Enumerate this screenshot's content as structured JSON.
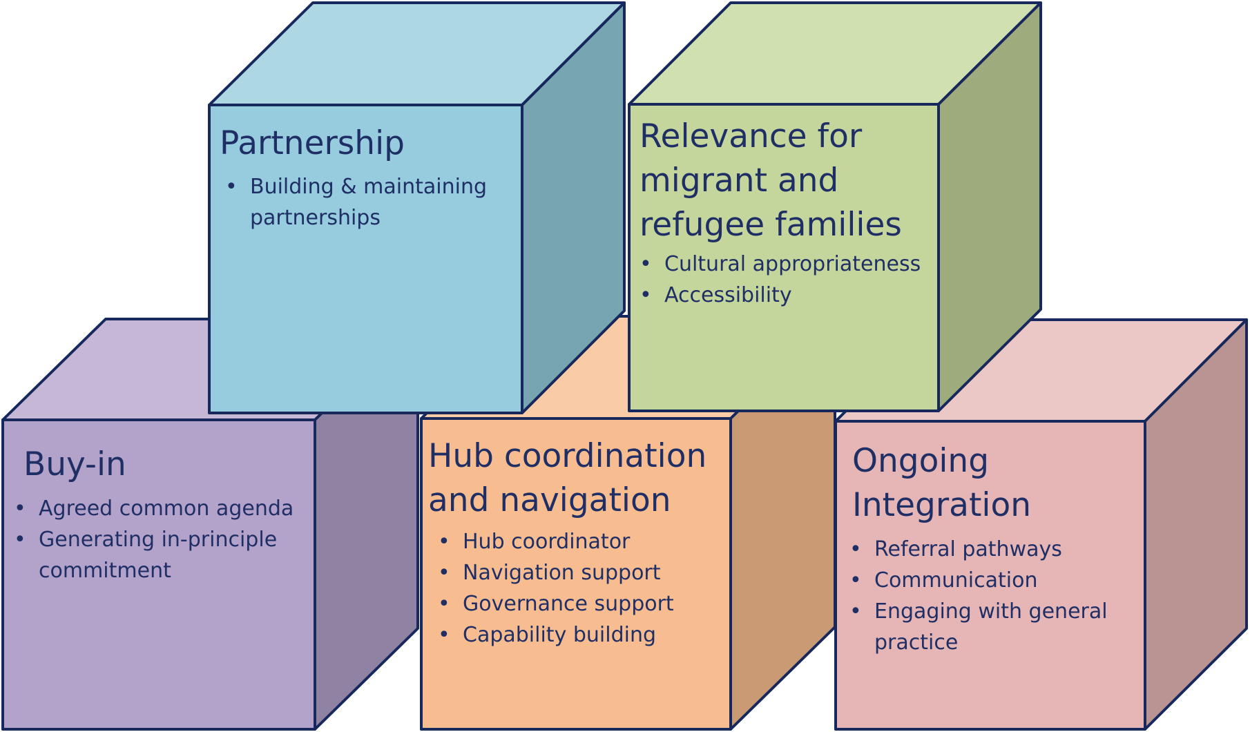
{
  "colors": {
    "outline": "#16285c",
    "text": "#1f2f66",
    "buy_in": {
      "front": "#b3a2c9",
      "top": "#c6b7d7",
      "side": "#8f82a2"
    },
    "partnership": {
      "front": "#96ccdd",
      "top": "#acd7e3",
      "side": "#77a5b2"
    },
    "hub": {
      "front": "#f7bd90",
      "top": "#f9cba6",
      "side": "#c99a74"
    },
    "relevance": {
      "front": "#c5d69c",
      "top": "#d1e0b0",
      "side": "#9dab7d"
    },
    "ongoing": {
      "front": "#e5b6b5",
      "top": "#ebc7c6",
      "side": "#b99493"
    }
  },
  "cubes": {
    "partnership": {
      "title": "Partnership",
      "bullets": [
        "Building & maintaining partnerships"
      ]
    },
    "relevance": {
      "title_lines": [
        "Relevance for",
        "migrant and",
        "refugee families"
      ],
      "bullets": [
        "Cultural appropriateness",
        "Accessibility"
      ]
    },
    "buy_in": {
      "title": "Buy-in",
      "bullets": [
        "Agreed common agenda",
        "Generating in-principle commitment"
      ]
    },
    "hub": {
      "title_lines": [
        "Hub coordination",
        "and navigation"
      ],
      "bullets": [
        "Hub coordinator",
        "Navigation support",
        "Governance support",
        "Capability building"
      ]
    },
    "ongoing": {
      "title_lines": [
        "Ongoing",
        "Integration"
      ],
      "bullets": [
        "Referral pathways",
        "Communication",
        "Engaging with general practice"
      ]
    }
  }
}
